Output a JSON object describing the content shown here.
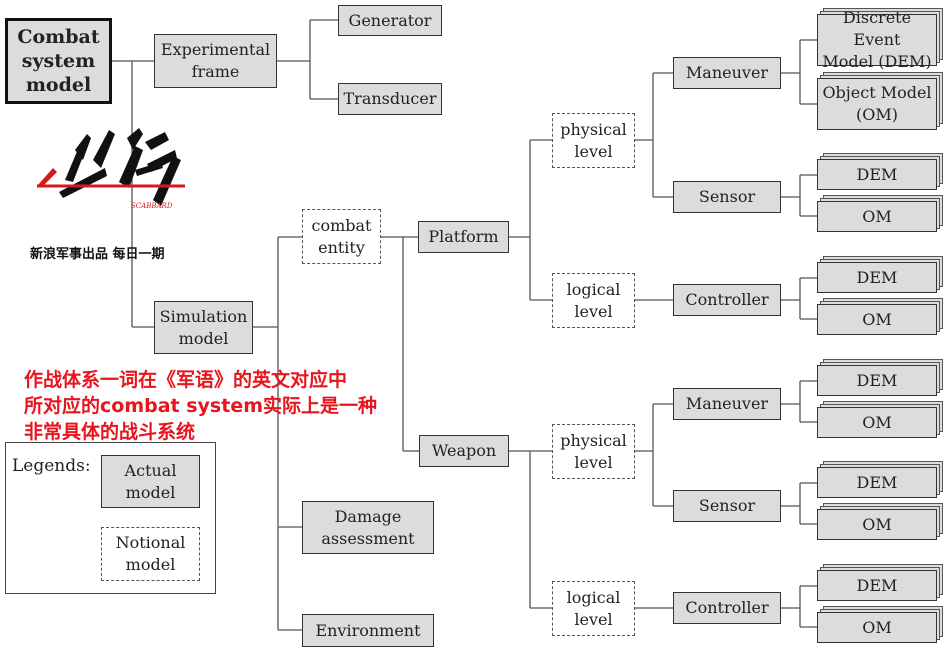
{
  "nodes": {
    "combat_system_model": "Combat\nsystem\nmodel",
    "experimental_frame": "Experimental\nframe",
    "generator": "Generator",
    "transducer": "Transducer",
    "simulation_model": "Simulation\nmodel",
    "combat_entity": "combat\nentity",
    "damage_assessment": "Damage\nassessment",
    "environment": "Environment",
    "platform": "Platform",
    "weapon": "Weapon",
    "platform_physical_level": "physical\nlevel",
    "platform_logical_level": "logical\nlevel",
    "weapon_physical_level": "physical\nlevel",
    "weapon_logical_level": "logical\nlevel",
    "platform_maneuver": "Maneuver",
    "platform_sensor": "Sensor",
    "platform_controller": "Controller",
    "weapon_maneuver": "Maneuver",
    "weapon_sensor": "Sensor",
    "weapon_controller": "Controller",
    "dem_full": "Discrete Event\nModel (DEM)",
    "om_full": "Object Model\n(OM)",
    "dem": "DEM",
    "om": "OM"
  },
  "legend": {
    "title": "Legends:",
    "actual": "Actual\nmodel",
    "notional": "Notional\nmodel"
  },
  "watermark": {
    "logo_text": "出鞘",
    "logo_sub": "SCABBARD",
    "tagline": "新浪军事出品 每日一期"
  },
  "annotation": "作战体系一词在《军语》的英文对应中\n所对应的combat system实际上是一种\n非常具体的战斗系统",
  "colors": {
    "actual_fill": "#dcdcdc",
    "line": "#555555",
    "annotation": "#e8141e",
    "logo_red": "#d41a1a"
  }
}
